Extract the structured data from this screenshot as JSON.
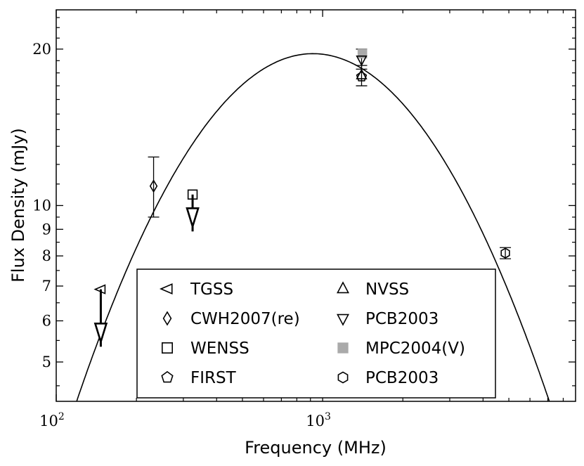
{
  "chart_data": {
    "type": "scatter",
    "xlabel": "Frequency (MHz)",
    "ylabel": "Flux Density (mJy)",
    "xscale": "log",
    "yscale": "log",
    "xlim": [
      100,
      8900
    ],
    "ylim": [
      4.2,
      23.8
    ],
    "x_ticks": [
      {
        "value": 100,
        "base": "10",
        "exp": "2"
      },
      {
        "value": 1000,
        "base": "10",
        "exp": "3"
      }
    ],
    "y_ticks": [
      {
        "value": 5,
        "label": "5"
      },
      {
        "value": 6,
        "label": "6"
      },
      {
        "value": 7,
        "label": "7"
      },
      {
        "value": 8,
        "label": "8"
      },
      {
        "value": 9,
        "label": "9"
      },
      {
        "value": 10,
        "label": "10"
      },
      {
        "value": 20,
        "label": "20"
      }
    ],
    "legend_position": "bottom-center",
    "legend": [
      {
        "label": "TGSS",
        "marker": "triangle-left",
        "color": "#000000"
      },
      {
        "label": "CWH2007(re)",
        "marker": "diamond",
        "color": "#000000"
      },
      {
        "label": "WENSS",
        "marker": "square",
        "color": "#000000"
      },
      {
        "label": "FIRST",
        "marker": "pentagon",
        "color": "#000000"
      },
      {
        "label": "NVSS",
        "marker": "triangle-up",
        "color": "#000000"
      },
      {
        "label": "PCB2003",
        "marker": "triangle-down",
        "color": "#000000"
      },
      {
        "label": "MPC2004(V)",
        "marker": "square-filled",
        "color": "#aaaaaa"
      },
      {
        "label": "PCB2003",
        "marker": "hexagon",
        "color": "#000000"
      }
    ],
    "series": [
      {
        "marker": "triangle-left",
        "points": [
          {
            "x": 147,
            "y": 6.9,
            "upper_limit": true
          }
        ]
      },
      {
        "marker": "diamond",
        "points": [
          {
            "x": 232,
            "y": 10.9,
            "yerr_low": 9.5,
            "yerr_high": 12.4
          }
        ]
      },
      {
        "marker": "square",
        "points": [
          {
            "x": 325,
            "y": 10.5,
            "upper_limit": true
          }
        ]
      },
      {
        "marker": "pentagon",
        "points": [
          {
            "x": 1400,
            "y": 17.7
          }
        ]
      },
      {
        "marker": "triangle-up",
        "points": [
          {
            "x": 1400,
            "y": 17.8,
            "yerr_low": 17.0,
            "yerr_high": 18.6
          }
        ]
      },
      {
        "marker": "triangle-down",
        "points": [
          {
            "x": 1400,
            "y": 19.1,
            "yerr_low": 18.3,
            "yerr_high": 20.0
          }
        ]
      },
      {
        "marker": "square-filled",
        "points": [
          {
            "x": 1410,
            "y": 19.6
          }
        ]
      },
      {
        "marker": "hexagon",
        "points": [
          {
            "x": 4850,
            "y": 8.1,
            "yerr_low": 7.9,
            "yerr_high": 8.3
          }
        ]
      }
    ],
    "fit_curve": {
      "type": "peaked-spectrum",
      "peak_frequency": 920,
      "peak_flux": 19.6,
      "curvature": -0.85
    },
    "upper_limit_arrows": [
      {
        "x": 147,
        "y_from": 6.9,
        "y_to": 5.4
      },
      {
        "x": 325,
        "y_from": 10.5,
        "y_to": 9.0
      }
    ],
    "colors": {
      "axis": "#000000",
      "markers": "#000000",
      "mpc_fill": "#aaaaaa"
    }
  }
}
